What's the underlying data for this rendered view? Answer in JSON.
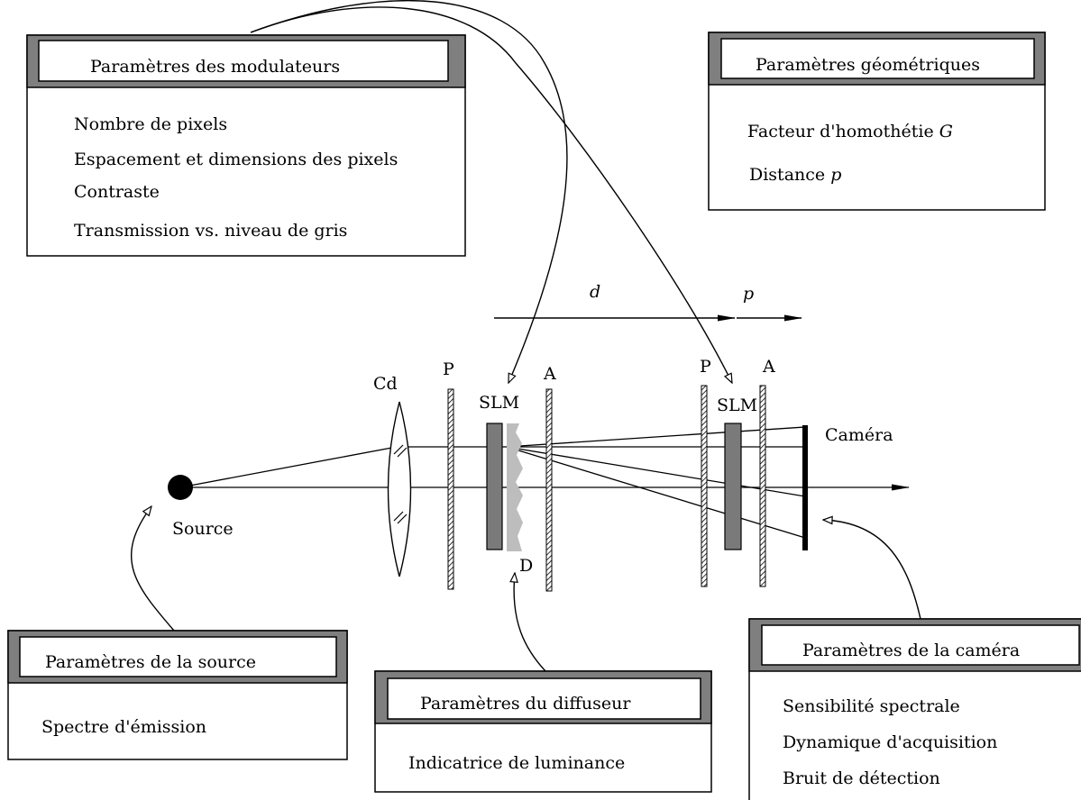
{
  "boxes": {
    "modulators": {
      "title": "Paramètres des modulateurs",
      "items": [
        "Nombre de pixels",
        "Espacement et dimensions des pixels",
        "Contraste",
        "Transmission vs. niveau de gris"
      ]
    },
    "geometry": {
      "title": "Paramètres géométriques",
      "items": [
        {
          "text": "Facteur d'homothétie ",
          "symbol": "G"
        },
        {
          "text": "Distance ",
          "symbol": "p"
        }
      ]
    },
    "source": {
      "title": "Paramètres de la source",
      "items": [
        "Spectre d'émission"
      ]
    },
    "diffuser": {
      "title": "Paramètres du diffuseur",
      "items": [
        "Indicatrice de luminance"
      ]
    },
    "camera": {
      "title": "Paramètres de la caméra",
      "items": [
        "Sensibilité spectrale",
        "Dynamique d'acquisition",
        "Bruit de détection"
      ]
    }
  },
  "labels": {
    "cd": "Cd",
    "p1": "P",
    "slm1": "SLM",
    "a1": "A",
    "p2": "P",
    "slm2": "SLM",
    "a2": "A",
    "camera": "Caméra",
    "source": "Source",
    "diffuser": "D",
    "distance_d": "d",
    "distance_p": "p"
  },
  "colors": {
    "header_fill": "#7f7f7f",
    "slm_fill": "#7a7a7a",
    "diffuser_fill": "#bdbdbd",
    "line": "#000000"
  }
}
